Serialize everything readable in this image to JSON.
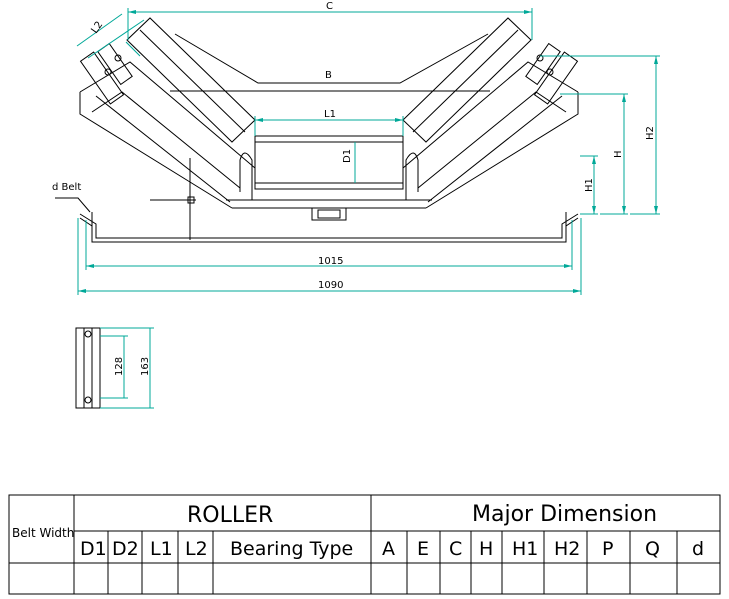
{
  "drawing": {
    "callouts": {
      "c": "C",
      "b": "B",
      "l1": "L1",
      "l2": "L2",
      "d1_label": "D1",
      "h": "H",
      "h1": "H1",
      "h2": "H2",
      "d_belt": "d Belt"
    },
    "dimensions": {
      "width_inner": "1015",
      "width_outer": "1090",
      "side_height_inner": "128",
      "side_height_outer": "163"
    }
  },
  "table": {
    "belt_width_header": "Belt Width",
    "roller_header": "ROLLER",
    "major_header": "Major Dimension",
    "roller_cols": [
      "D1",
      "D2",
      "L1",
      "L2",
      "Bearing Type"
    ],
    "major_cols": [
      "A",
      "E",
      "C",
      "H",
      "H1",
      "H2",
      "P",
      "Q",
      "d"
    ]
  },
  "colors": {
    "line": "#000000",
    "dimension": "#00a898",
    "background": "#ffffff"
  }
}
